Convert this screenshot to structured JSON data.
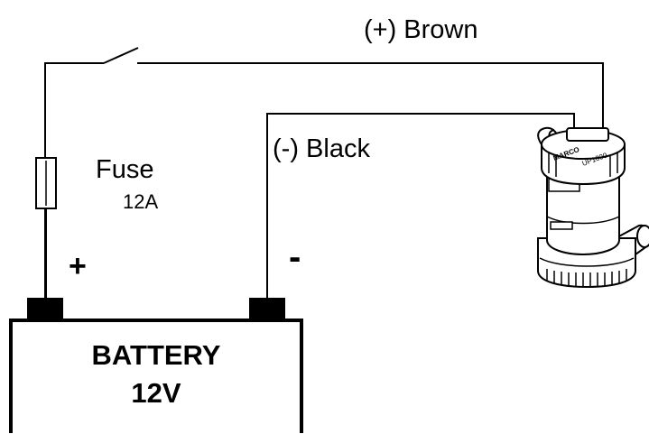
{
  "labels": {
    "positive_wire": "(+) Brown",
    "negative_wire": "(-) Black",
    "fuse": "Fuse",
    "fuse_rating": "12A",
    "battery_name": "BATTERY",
    "battery_voltage": "12V",
    "positive_terminal": "+",
    "negative_terminal": "-"
  },
  "pump": {
    "brand": "MARCO",
    "model": "UP1000"
  }
}
